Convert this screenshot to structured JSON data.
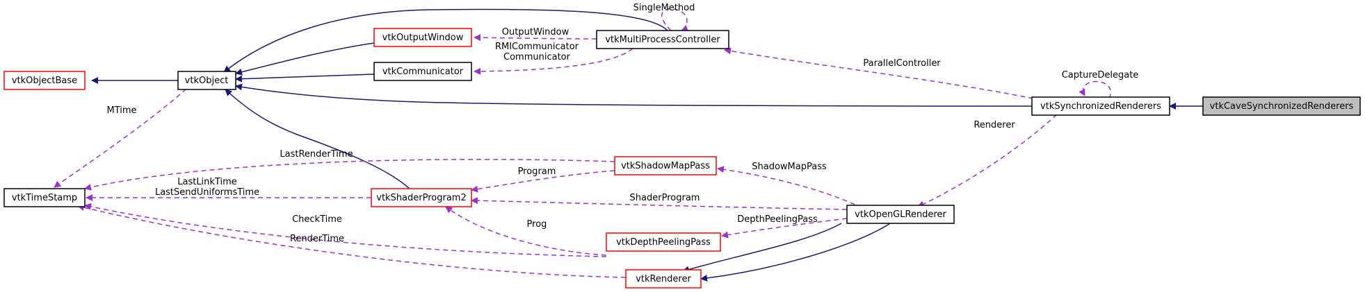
{
  "colors": {
    "inherit": "#191970",
    "usage": "#9a32cd",
    "border_normal": "#000000",
    "border_incomplete": "#ff0000",
    "border_current": "#000000",
    "fill_current": "#bfbfbf",
    "fill_normal": "#ffffff"
  },
  "nodes": {
    "vtkObjectBase": "vtkObjectBase",
    "vtkObject": "vtkObject",
    "vtkTimeStamp": "vtkTimeStamp",
    "vtkOutputWindow": "vtkOutputWindow",
    "vtkCommunicator": "vtkCommunicator",
    "vtkMultiProcessController": "vtkMultiProcessController",
    "vtkShaderProgram2": "vtkShaderProgram2",
    "vtkShadowMapPass": "vtkShadowMapPass",
    "vtkDepthPeelingPass": "vtkDepthPeelingPass",
    "vtkRenderer": "vtkRenderer",
    "vtkOpenGLRenderer": "vtkOpenGLRenderer",
    "vtkSynchronizedRenderers": "vtkSynchronizedRenderers",
    "vtkCaveSynchronizedRenderers": "vtkCaveSynchronizedRenderers"
  },
  "edge_labels": {
    "single_method": "SingleMethod",
    "output_window": "OutputWindow",
    "rmi_communicator": "RMICommunicator",
    "communicator": "Communicator",
    "parallel_controller": "ParallelController",
    "capture_delegate": "CaptureDelegate",
    "mtime": "MTime",
    "last_render_time": "LastRenderTime",
    "last_link_time": "LastLinkTime",
    "last_send_uniforms_time": "LastSendUniformsTime",
    "check_time": "CheckTime",
    "render_time": "RenderTime",
    "program": "Program",
    "prog": "Prog",
    "shadow_map_pass": "ShadowMapPass",
    "shader_program": "ShaderProgram",
    "depth_peeling_pass": "DepthPeelingPass",
    "renderer": "Renderer"
  }
}
